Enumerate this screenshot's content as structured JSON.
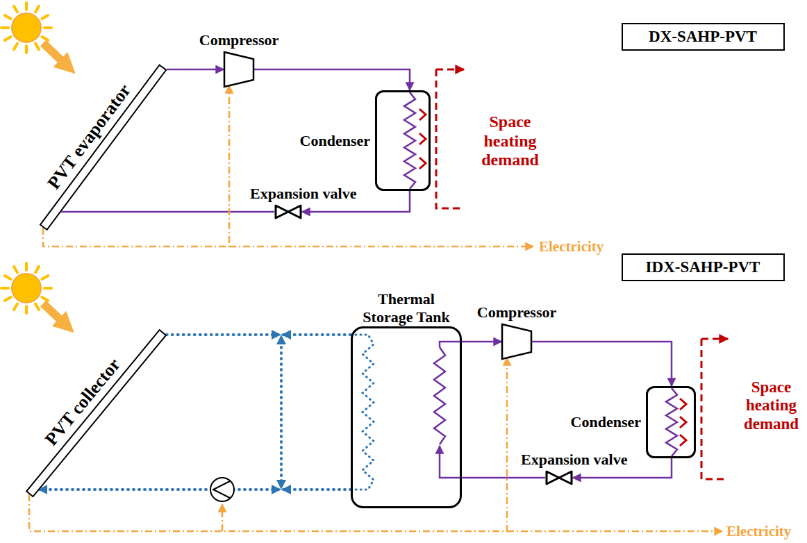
{
  "diagram": {
    "nodes": [
      {
        "text": [
          "DX-SAHP-PVT"
        ]
      },
      {
        "text": [
          "PVT evaporator"
        ]
      },
      {
        "text": [
          "Compressor"
        ]
      },
      {
        "text": [
          "Condenser"
        ]
      },
      {
        "text": [
          "Expansion valve"
        ]
      },
      {
        "text": [
          "IDX-SAHP-PVT"
        ]
      },
      {
        "text": [
          "PVT collector"
        ]
      },
      {
        "text": [
          "Thermal Storage Tank"
        ]
      },
      {
        "text": [
          "Compressor"
        ]
      },
      {
        "text": [
          "Condenser"
        ]
      },
      {
        "text": [
          "Expansion valve"
        ]
      }
    ],
    "edges": [
      {
        "from": 1,
        "to": 2,
        "arrow": "to"
      },
      {
        "from": 2,
        "to": 3,
        "arrow": "to"
      },
      {
        "from": 3,
        "to": 4,
        "arrow": "to"
      },
      {
        "from": 4,
        "to": 1,
        "arrow": "none"
      },
      {
        "from": 1,
        "to": 2,
        "arrow": "to"
      },
      {
        "from": 6,
        "to": 7,
        "arrow": "none"
      },
      {
        "from": 7,
        "to": 6,
        "arrow": "to"
      },
      {
        "from": 7,
        "to": 8,
        "arrow": "to"
      },
      {
        "from": 8,
        "to": 9,
        "arrow": "to"
      },
      {
        "from": 9,
        "to": 10,
        "arrow": "to"
      },
      {
        "from": 10,
        "to": 7,
        "arrow": "to"
      },
      {
        "from": 6,
        "to": 8,
        "arrow": "to"
      }
    ],
    "labels": [
      "Space heating demand",
      "Electricity",
      "Space heating demand",
      "Electricity"
    ]
  }
}
